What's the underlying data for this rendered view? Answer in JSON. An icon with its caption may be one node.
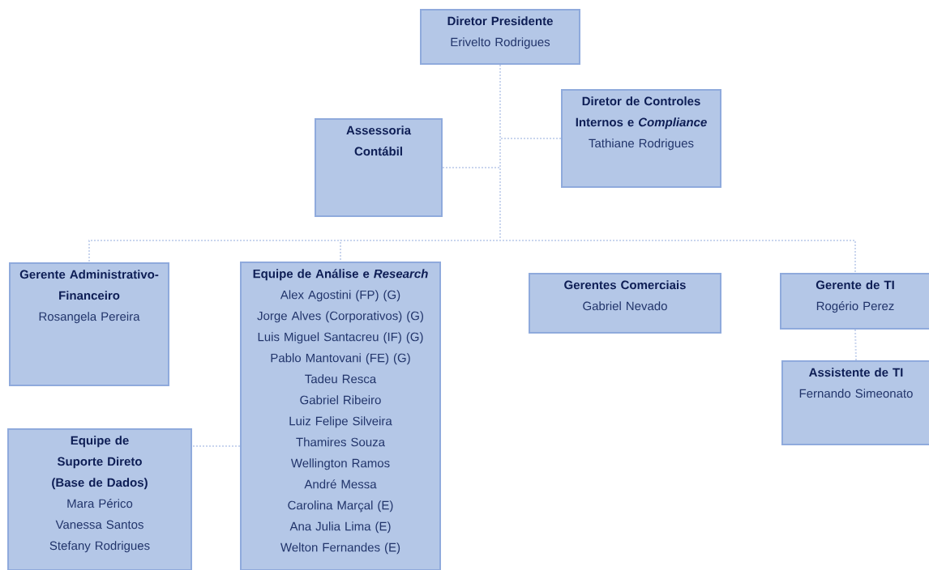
{
  "diagram": {
    "nodes": [
      {
        "text": [
          "Diretor Presidente",
          "Erivelto Rodrigues"
        ]
      },
      {
        "text": [
          "Diretor de Controles Internos e *Compliance*",
          "Tathiane Rodrigues"
        ]
      },
      {
        "text": [
          "Assessoria Contábil"
        ]
      },
      {
        "text": [
          "Gerente Administrativo-Financeiro",
          "Rosangela Pereira"
        ]
      },
      {
        "text": [
          "Equipe de Análise e *Research*",
          "Alex Agostini  (FP) (G)",
          "Jorge Alves (Corporativos) (G)",
          "Luis Miguel Santacreu  (IF) (G)",
          "Pablo Mantovani (FE) (G)",
          "Tadeu Resca",
          "Gabriel Ribeiro",
          "Luiz Felipe Silveira",
          "Thamires Souza",
          "Wellington Ramos",
          "André Messa",
          "Carolina Marçal (E)",
          "Ana Julia Lima (E)",
          "Welton Fernandes (E)"
        ]
      },
      {
        "text": [
          "Gerentes Comerciais",
          "Gabriel Nevado"
        ]
      },
      {
        "text": [
          "Gerente de TI",
          "Rogério Perez"
        ]
      },
      {
        "text": [
          "Assistente de TI",
          "Fernando Simeonato"
        ]
      },
      {
        "text": [
          "Equipe de Suporte Direto (Base de Dados)",
          "Mara Périco",
          "Vanessa Santos",
          "Stefany Rodrigues"
        ]
      }
    ],
    "edges": [
      {
        "from": 0,
        "to": 1,
        "arrow": "none",
        "style": "dashed"
      },
      {
        "from": 0,
        "to": 2,
        "arrow": "none",
        "style": "dashed"
      },
      {
        "from": 0,
        "to": 3,
        "arrow": "none",
        "style": "dashed"
      },
      {
        "from": 0,
        "to": 4,
        "arrow": "none",
        "style": "dashed"
      },
      {
        "from": 0,
        "to": 6,
        "arrow": "none",
        "style": "dashed"
      },
      {
        "from": 6,
        "to": 7,
        "arrow": "none",
        "style": "dashed"
      },
      {
        "from": 4,
        "to": 8,
        "arrow": "none",
        "style": "dashed"
      }
    ]
  }
}
